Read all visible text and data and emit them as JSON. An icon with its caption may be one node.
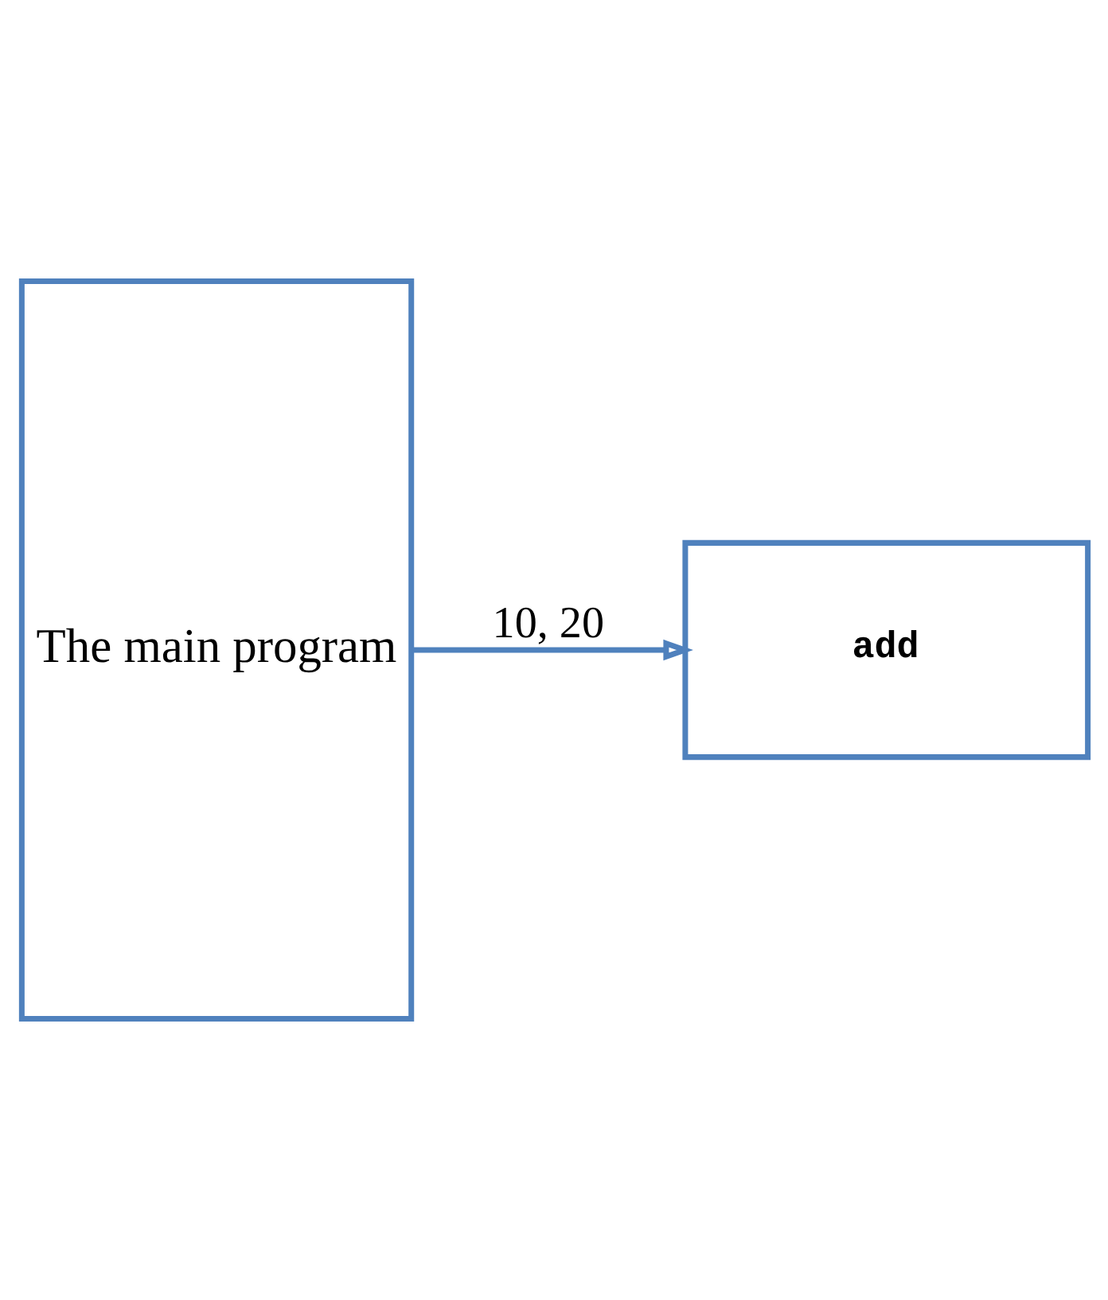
{
  "diagram": {
    "nodes": [
      {
        "text": [
          "The main program"
        ]
      },
      {
        "text": [
          "add"
        ]
      }
    ],
    "edges": [
      {
        "from": 0,
        "to": 1,
        "arrow": "to",
        "label": "10, 20"
      }
    ]
  }
}
